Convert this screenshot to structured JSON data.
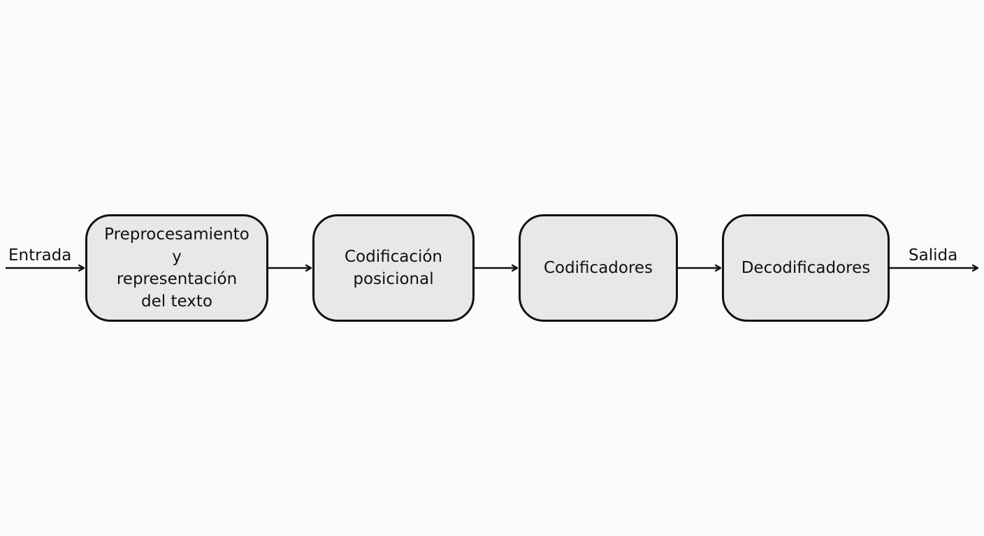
{
  "input_label": "Entrada",
  "output_label": "Salida",
  "stages": [
    {
      "lines": [
        "Preprocesamiento",
        "y",
        "representación",
        "del texto"
      ]
    },
    {
      "lines": [
        "Codificación",
        "posicional"
      ]
    },
    {
      "lines": [
        "Codificadores"
      ]
    },
    {
      "lines": [
        "Decodificadores"
      ]
    }
  ],
  "colors": {
    "box_fill": "#e8e8e8",
    "stroke": "#111111",
    "background": "#fbfbfb"
  }
}
